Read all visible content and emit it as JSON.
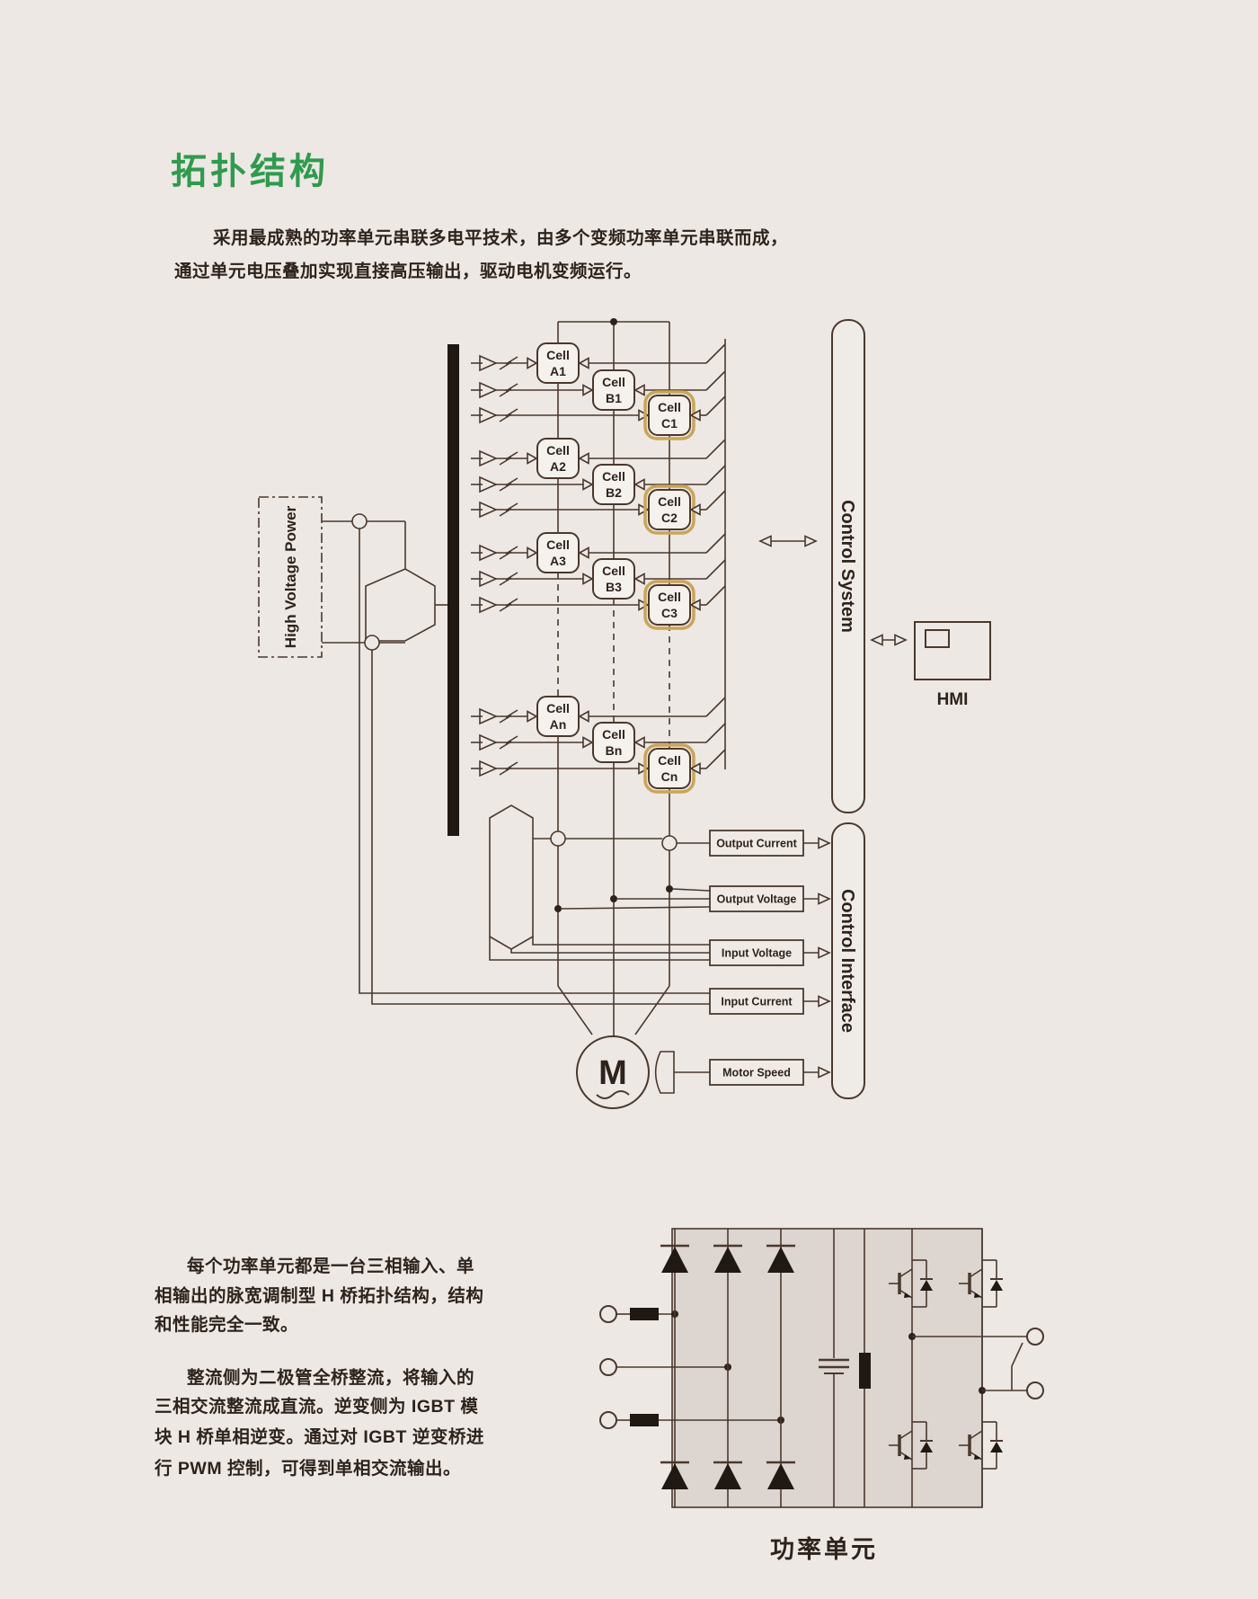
{
  "page": {
    "title": "拓扑结构",
    "intro": [
      "采用最成熟的功率单元串联多电平技术，由多个变频功率单元串联而成，",
      "通过单元电压叠加实现直接高压输出，驱动电机变频运行。"
    ]
  },
  "topology": {
    "high_voltage_power": "High Voltage Power",
    "control_system": "Control System",
    "control_interface": "Control Interface",
    "hmi": "HMI",
    "motor": "M",
    "cell_word": "Cell",
    "cells": [
      {
        "label": "A1",
        "highlighted": false
      },
      {
        "label": "B1",
        "highlighted": false
      },
      {
        "label": "C1",
        "highlighted": true
      },
      {
        "label": "A2",
        "highlighted": false
      },
      {
        "label": "B2",
        "highlighted": false
      },
      {
        "label": "C2",
        "highlighted": true
      },
      {
        "label": "A3",
        "highlighted": false
      },
      {
        "label": "B3",
        "highlighted": false
      },
      {
        "label": "C3",
        "highlighted": true
      },
      {
        "label": "An",
        "highlighted": false
      },
      {
        "label": "Bn",
        "highlighted": false
      },
      {
        "label": "Cn",
        "highlighted": true
      }
    ],
    "signals": [
      "Output Current",
      "Output Voltage",
      "Input Voltage",
      "Input Current",
      "Motor Speed"
    ],
    "colors": {
      "line": "#4A382E",
      "cell_highlight": "#C9A557",
      "title_green": "#2E9B4D"
    }
  },
  "power_unit": {
    "paragraph1": [
      "每个功率单元都是一台三相输入、单",
      "相输出的脉宽调制型 H 桥拓扑结构，结构",
      "和性能完全一致。"
    ],
    "paragraph2": [
      "整流侧为二极管全桥整流，将输入的",
      "三相交流整流成直流。逆变侧为 IGBT 模",
      "块 H 桥单相逆变。通过对 IGBT 逆变桥进",
      "行 PWM 控制，可得到单相交流输出。"
    ],
    "caption": "功率单元"
  }
}
